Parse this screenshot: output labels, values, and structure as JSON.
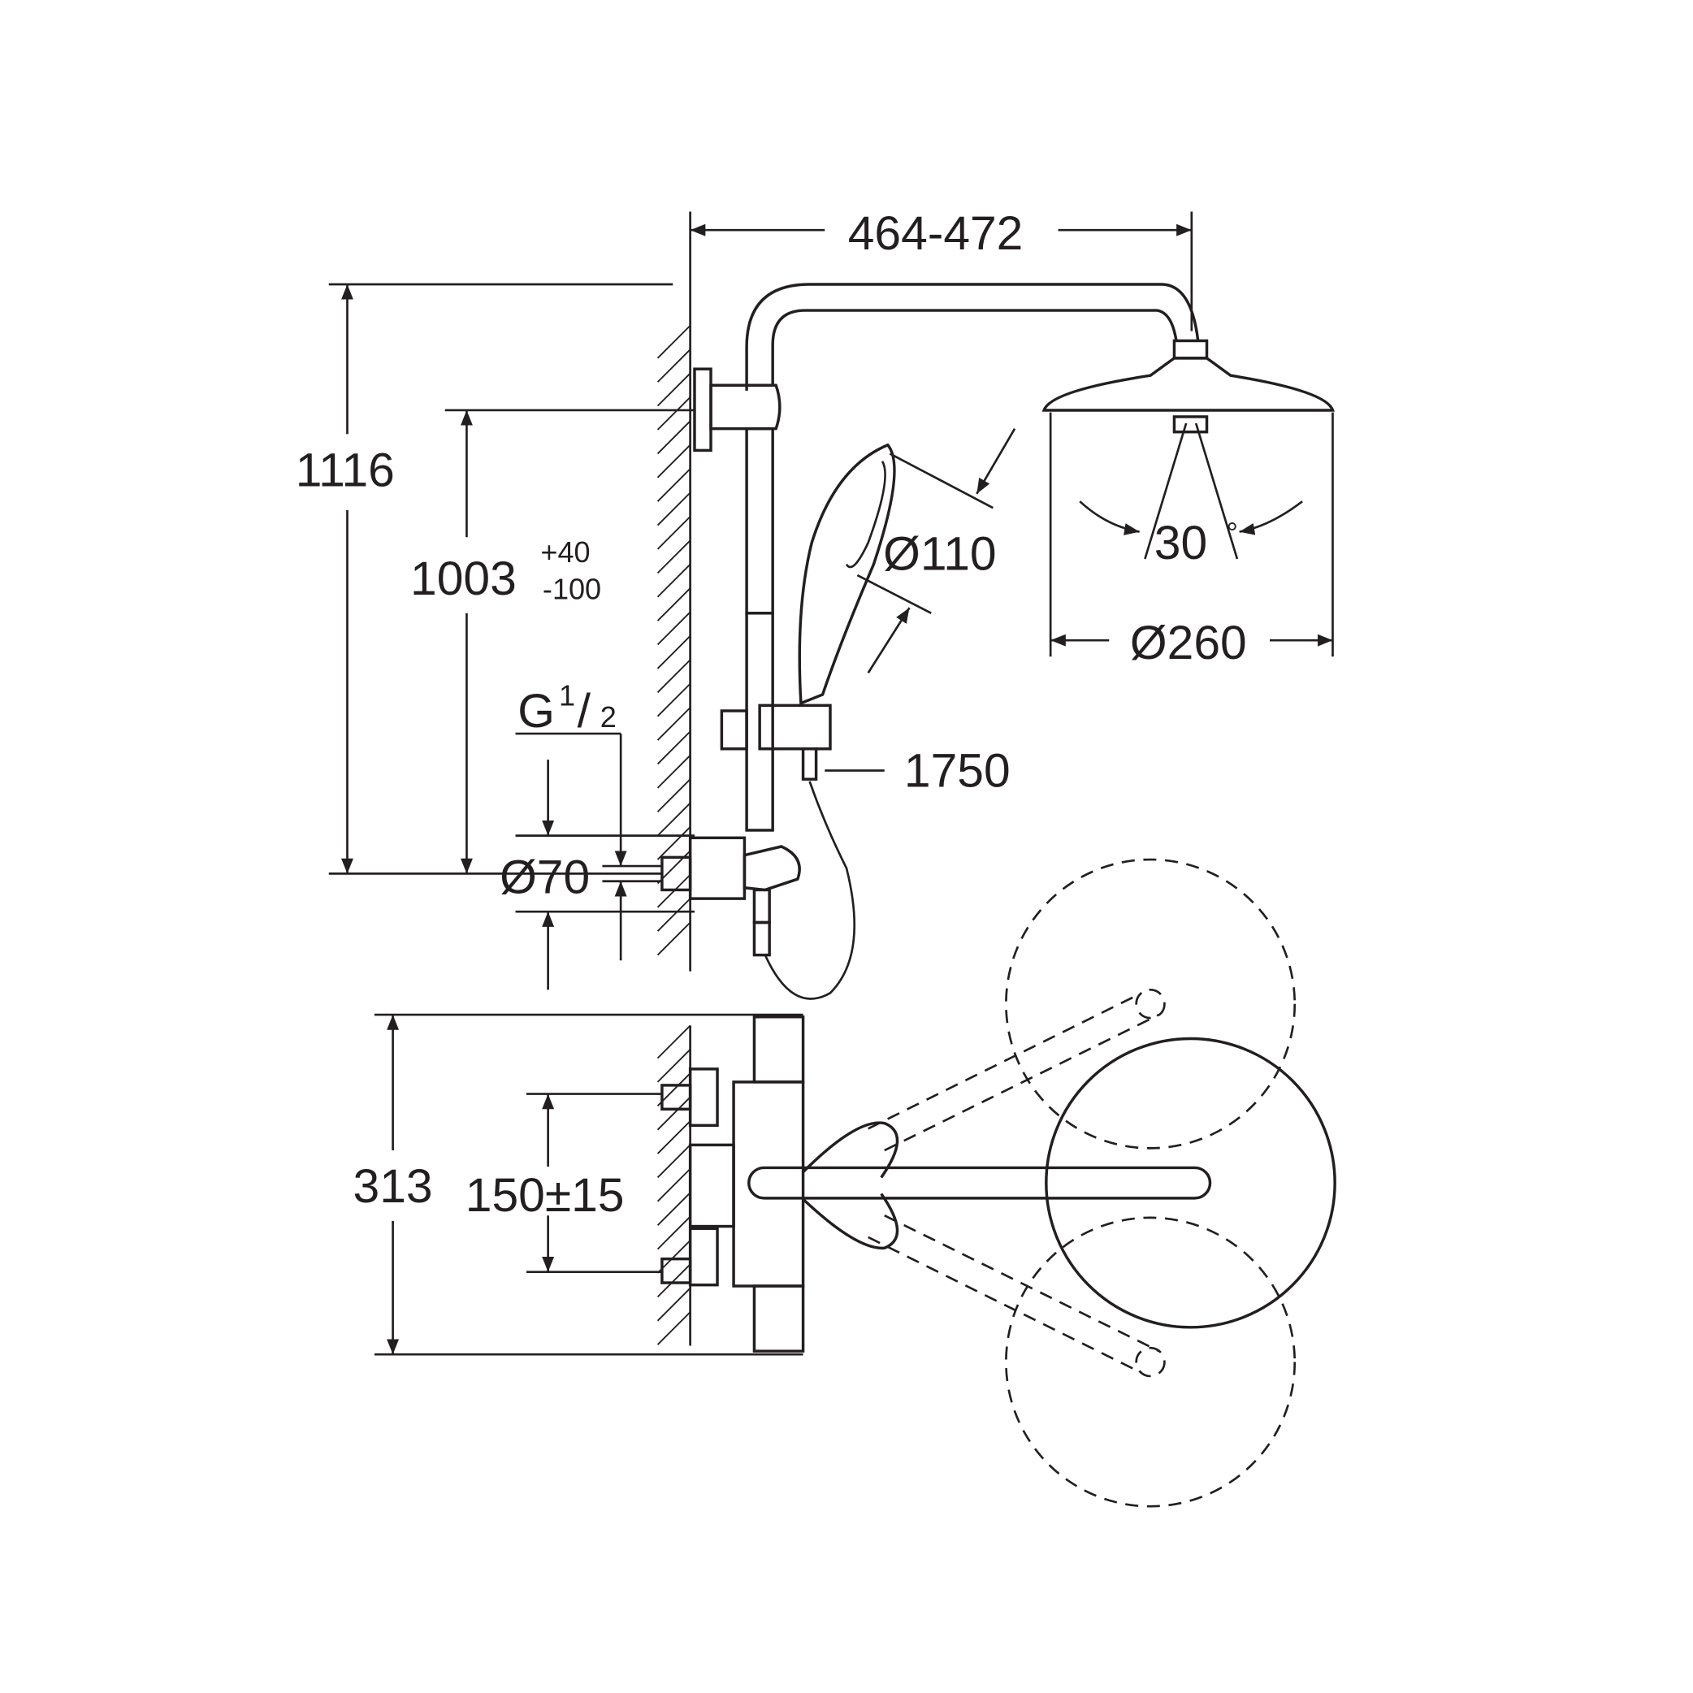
{
  "title": "Shower system dimension drawing",
  "dimensions": {
    "arm_length": "464-472",
    "total_height": "1116",
    "mixer_to_bracket": "1003",
    "tolerance_plus": "+40",
    "tolerance_minus": "-100",
    "thread_prefix": "G",
    "thread_num": "1",
    "thread_slash": "/",
    "thread_den": "2",
    "hand_shower_diameter": "Ø110",
    "spray_angle": "30",
    "degree_sign": "°",
    "head_shower_diameter": "Ø260",
    "hose_length": "1750",
    "escutcheon_diameter": "Ø70",
    "depth": "313",
    "inlet_centers": "150±15"
  },
  "colors": {
    "line": "#231f20",
    "background": "#ffffff"
  }
}
